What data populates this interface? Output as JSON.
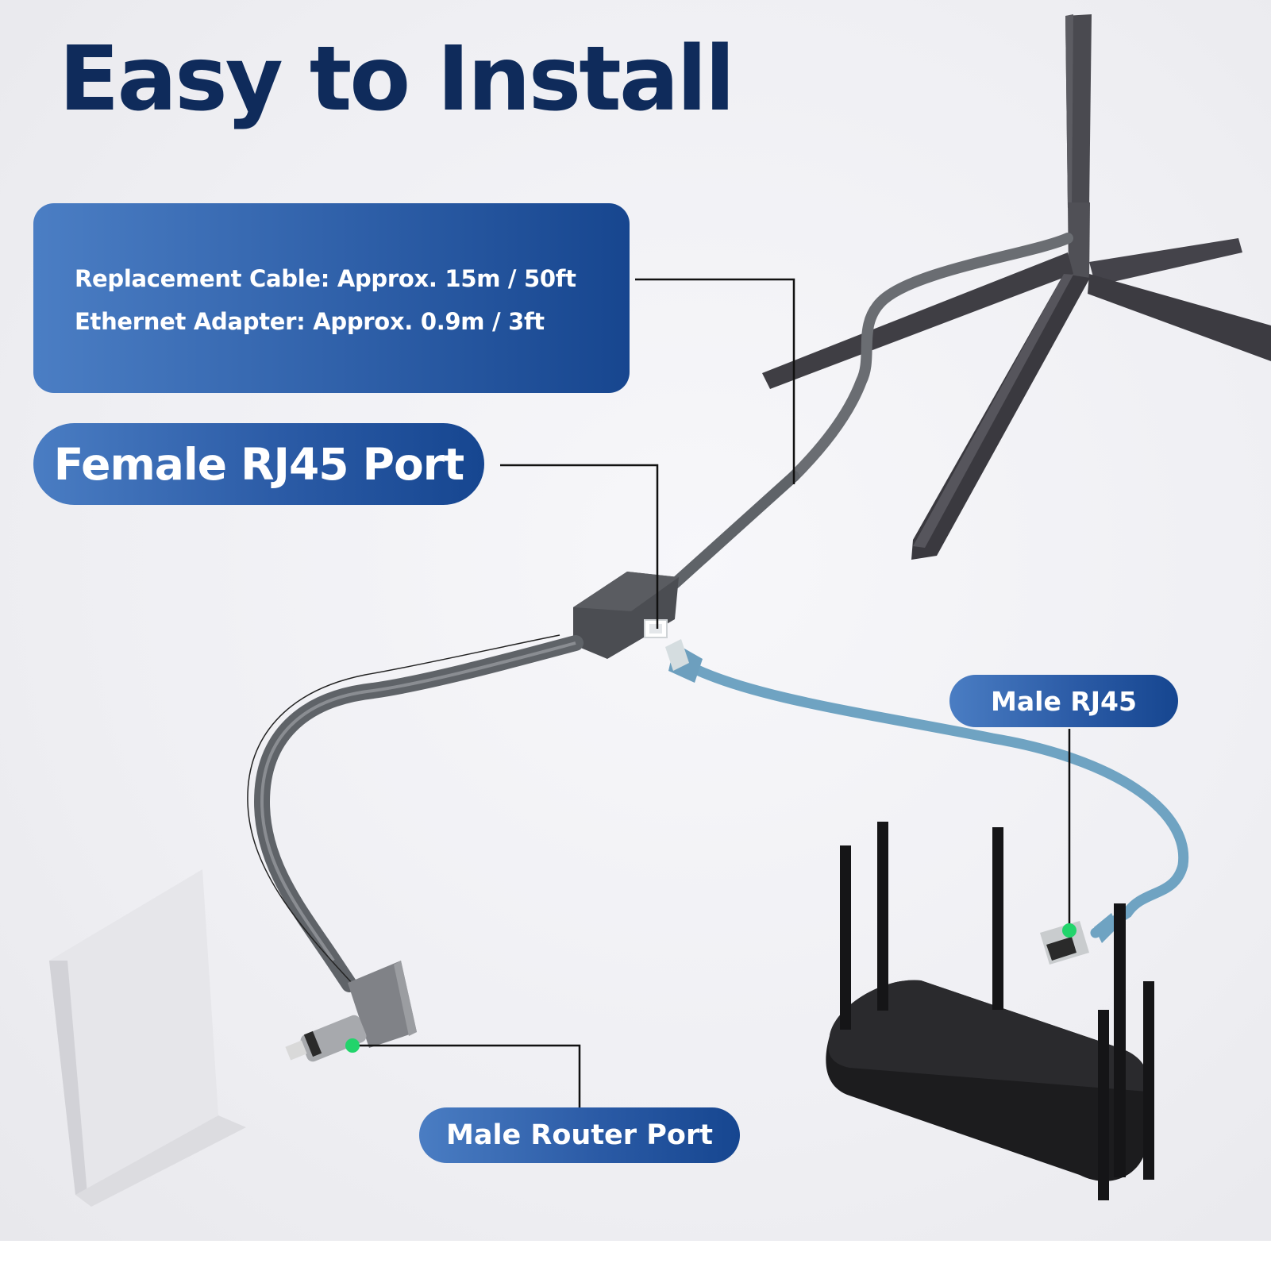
{
  "title": "Easy to Install",
  "specs": {
    "lines": [
      "Replacement Cable: Approx. 15m / 50ft",
      "Ethernet Adapter: Approx. 0.9m / 3ft"
    ]
  },
  "callouts": {
    "female_port": "Female RJ45 Port",
    "male_rj45": "Male RJ45",
    "male_router_port": "Male Router Port"
  },
  "illustration": {
    "objects": [
      "chair-base-icon",
      "cable-adapter-icon",
      "ethernet-plug-icon",
      "router-icon",
      "wall-router-icon"
    ],
    "colors": {
      "title": "#0f2b5b",
      "badge_start": "#4b7ec4",
      "badge_end": "#17468f",
      "gray_cable": "#5f6368",
      "blue_cable": "#6fa3c2",
      "router": "#1c1c1e",
      "marker": "#22d46b"
    }
  }
}
